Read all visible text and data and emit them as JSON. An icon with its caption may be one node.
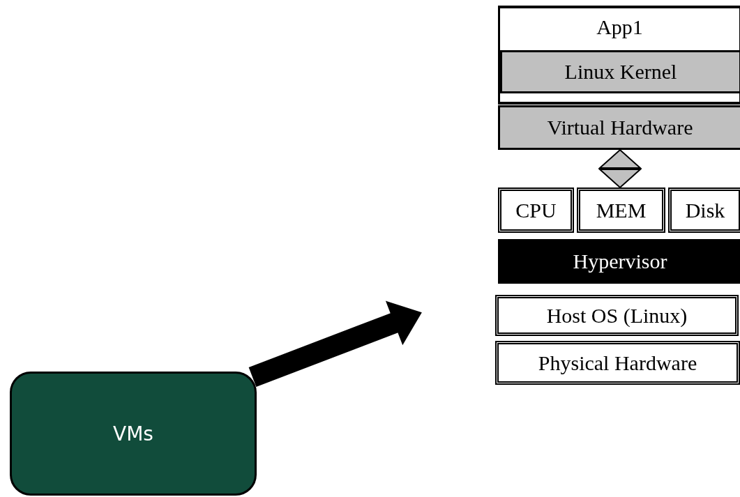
{
  "diagram": {
    "nodes": [
      {
        "text": [
          "VMs"
        ]
      },
      {
        "text": [
          "App1"
        ]
      },
      {
        "text": [
          "Linux Kernel"
        ],
        "in": 1
      },
      {
        "text": [
          "Virtual Hardware"
        ]
      },
      {
        "text": [
          "CPU"
        ]
      },
      {
        "text": [
          "MEM"
        ]
      },
      {
        "text": [
          "Disk"
        ]
      },
      {
        "text": [
          "Hypervisor"
        ]
      },
      {
        "text": [
          "Host OS (Linux)"
        ]
      },
      {
        "text": [
          "Physical Hardware"
        ]
      }
    ],
    "edges": [
      {
        "from": 3,
        "to": 5,
        "arrow": "both"
      },
      {
        "from": 0,
        "to": null,
        "arrow": "to",
        "style": "thick",
        "color": "#000000"
      }
    ]
  }
}
